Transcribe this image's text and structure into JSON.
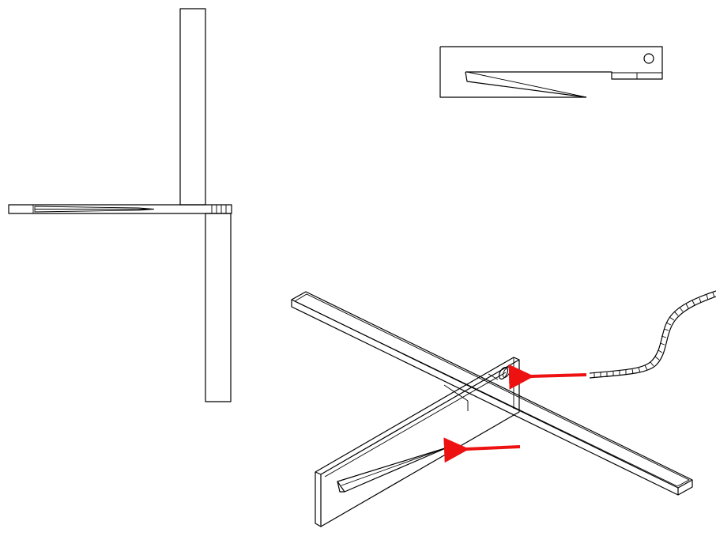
{
  "figure": {
    "views": [
      "top-view",
      "side-view",
      "isometric-view"
    ],
    "colors": {
      "line": "#000000",
      "background": "#ffffff",
      "arrow": "#ee1111"
    },
    "callouts": [
      {
        "target": "pivot-hole",
        "icon": "red-arrow-icon"
      },
      {
        "target": "wedge-blade",
        "icon": "red-arrow-icon"
      }
    ]
  }
}
